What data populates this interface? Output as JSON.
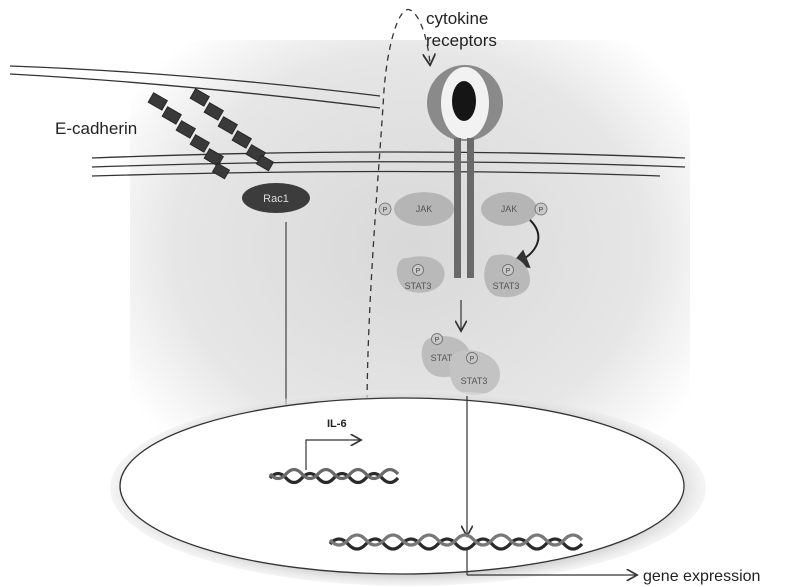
{
  "labels": {
    "cytokine": "cytokine",
    "receptors": "receptors",
    "ecadherin": "E-cadherin",
    "rac1": "Rac1",
    "jak_left": "JAK",
    "jak_right": "JAK",
    "p": "P",
    "stat3": "STAT3",
    "il6": "IL-6",
    "gene_expression": "gene expression"
  }
}
